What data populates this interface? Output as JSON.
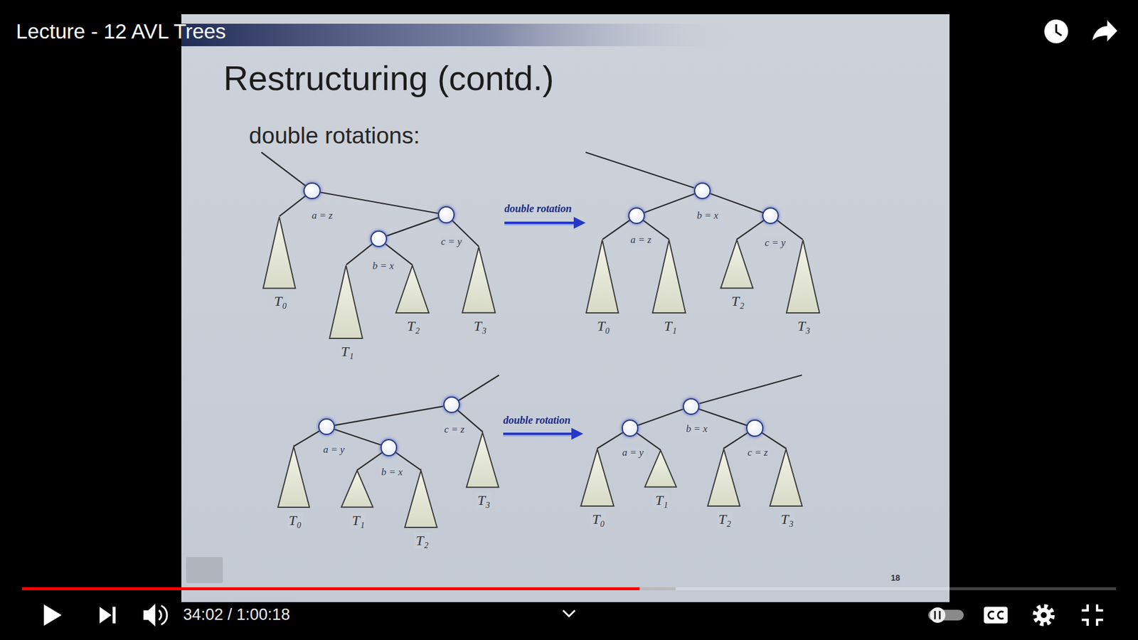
{
  "diagram": {
    "title": "Restructuring (contd.)",
    "nodes": [
      {
        "text": [
          "a = z"
        ]
      },
      {
        "text": [
          "c = y"
        ]
      },
      {
        "text": [
          "b = x"
        ]
      },
      {
        "text": [
          "T₀"
        ]
      },
      {
        "text": [
          "T₁"
        ]
      },
      {
        "text": [
          "T₂"
        ]
      },
      {
        "text": [
          "T₃"
        ]
      },
      {
        "text": [
          "b = x"
        ]
      },
      {
        "text": [
          "a = z"
        ]
      },
      {
        "text": [
          "c = y"
        ]
      },
      {
        "text": [
          "T₀"
        ]
      },
      {
        "text": [
          "T₁"
        ]
      },
      {
        "text": [
          "T₂"
        ]
      },
      {
        "text": [
          "T₃"
        ]
      },
      {
        "text": [
          "c = z"
        ]
      },
      {
        "text": [
          "a = y"
        ]
      },
      {
        "text": [
          "b = x"
        ]
      },
      {
        "text": [
          "T₀"
        ]
      },
      {
        "text": [
          "T₁"
        ]
      },
      {
        "text": [
          "T₂"
        ]
      },
      {
        "text": [
          "T₃"
        ]
      },
      {
        "text": [
          "b = x"
        ]
      },
      {
        "text": [
          "a = y"
        ]
      },
      {
        "text": [
          "c = z"
        ]
      },
      {
        "text": [
          "T₀"
        ]
      },
      {
        "text": [
          "T₁"
        ]
      },
      {
        "text": [
          "T₂"
        ]
      },
      {
        "text": [
          "T₃"
        ]
      }
    ],
    "edges": [
      {
        "from": 0,
        "to": 3,
        "arrow": "none"
      },
      {
        "from": 0,
        "to": 1,
        "arrow": "none"
      },
      {
        "from": 1,
        "to": 2,
        "arrow": "none"
      },
      {
        "from": 2,
        "to": 4,
        "arrow": "none"
      },
      {
        "from": 2,
        "to": 5,
        "arrow": "none"
      },
      {
        "from": 1,
        "to": 6,
        "arrow": "none"
      },
      {
        "from": 7,
        "to": 8,
        "arrow": "none"
      },
      {
        "from": 7,
        "to": 9,
        "arrow": "none"
      },
      {
        "from": 8,
        "to": 10,
        "arrow": "none"
      },
      {
        "from": 8,
        "to": 11,
        "arrow": "none"
      },
      {
        "from": 9,
        "to": 12,
        "arrow": "none"
      },
      {
        "from": 9,
        "to": 13,
        "arrow": "none"
      },
      {
        "from": 14,
        "to": 15,
        "arrow": "none"
      },
      {
        "from": 14,
        "to": 20,
        "arrow": "none"
      },
      {
        "from": 15,
        "to": 17,
        "arrow": "none"
      },
      {
        "from": 15,
        "to": 16,
        "arrow": "none"
      },
      {
        "from": 16,
        "to": 18,
        "arrow": "none"
      },
      {
        "from": 16,
        "to": 19,
        "arrow": "none"
      },
      {
        "from": 21,
        "to": 22,
        "arrow": "none"
      },
      {
        "from": 21,
        "to": 23,
        "arrow": "none"
      },
      {
        "from": 22,
        "to": 24,
        "arrow": "none"
      },
      {
        "from": 22,
        "to": 25,
        "arrow": "none"
      },
      {
        "from": 23,
        "to": 26,
        "arrow": "none"
      },
      {
        "from": 23,
        "to": 27,
        "arrow": "none"
      }
    ],
    "labels": [
      "Lecture - 12 AVL Trees",
      "double rotations:",
      "double rotation",
      "double rotation",
      "34:02 / 1:00:18",
      "18"
    ]
  }
}
